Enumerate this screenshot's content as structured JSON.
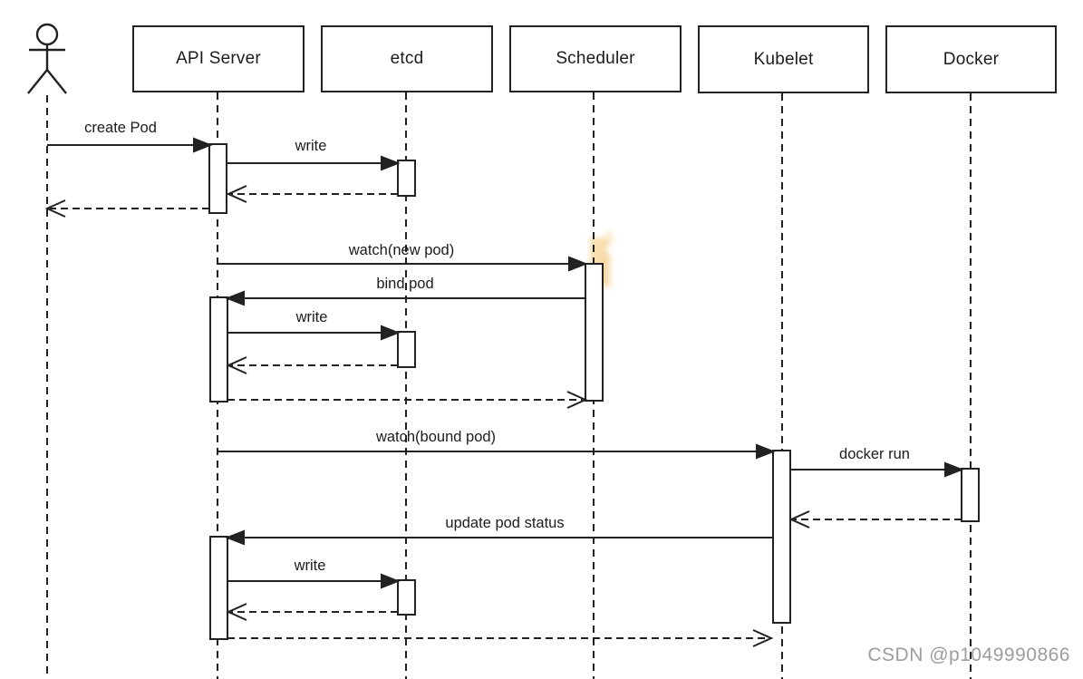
{
  "diagram": {
    "type": "uml-sequence",
    "participants": [
      {
        "id": "user",
        "label": "",
        "kind": "actor"
      },
      {
        "id": "api-server",
        "label": "API Server",
        "kind": "box"
      },
      {
        "id": "etcd",
        "label": "etcd",
        "kind": "box"
      },
      {
        "id": "scheduler",
        "label": "Scheduler",
        "kind": "box"
      },
      {
        "id": "kubelet",
        "label": "Kubelet",
        "kind": "box"
      },
      {
        "id": "docker",
        "label": "Docker",
        "kind": "box"
      }
    ],
    "messages": [
      {
        "label": "create Pod",
        "from": "user",
        "to": "api-server",
        "style": "solid"
      },
      {
        "label": "write",
        "from": "api-server",
        "to": "etcd",
        "style": "solid"
      },
      {
        "label": "",
        "from": "etcd",
        "to": "api-server",
        "style": "dashed-return"
      },
      {
        "label": "",
        "from": "api-server",
        "to": "user",
        "style": "dashed-return"
      },
      {
        "label": "watch(new pod)",
        "from": "api-server",
        "to": "scheduler",
        "style": "solid"
      },
      {
        "label": "bind pod",
        "from": "scheduler",
        "to": "api-server",
        "style": "solid"
      },
      {
        "label": "write",
        "from": "api-server",
        "to": "etcd",
        "style": "solid"
      },
      {
        "label": "",
        "from": "etcd",
        "to": "api-server",
        "style": "dashed-return"
      },
      {
        "label": "",
        "from": "api-server",
        "to": "scheduler",
        "style": "dashed-return"
      },
      {
        "label": "watch(bound pod)",
        "from": "api-server",
        "to": "kubelet",
        "style": "solid"
      },
      {
        "label": "docker run",
        "from": "kubelet",
        "to": "docker",
        "style": "solid"
      },
      {
        "label": "",
        "from": "docker",
        "to": "kubelet",
        "style": "dashed-return"
      },
      {
        "label": "update pod status",
        "from": "kubelet",
        "to": "api-server",
        "style": "solid"
      },
      {
        "label": "write",
        "from": "api-server",
        "to": "etcd",
        "style": "solid"
      },
      {
        "label": "",
        "from": "etcd",
        "to": "api-server",
        "style": "dashed-return"
      },
      {
        "label": "",
        "from": "api-server",
        "to": "kubelet",
        "style": "dashed-return"
      }
    ]
  },
  "watermark": {
    "text": "CSDN @p1049990866",
    "color": "#9d9d9d"
  },
  "colors": {
    "stroke": "#222222",
    "background": "#ffffff",
    "highlight": "#f3c470"
  }
}
